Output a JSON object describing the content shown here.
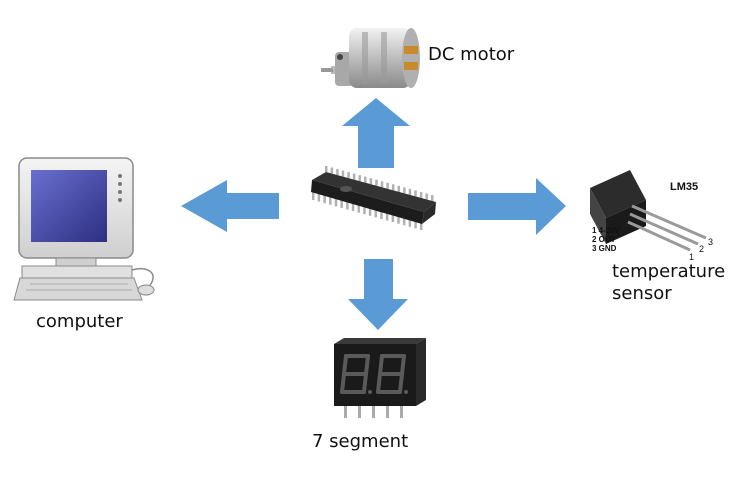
{
  "labels": {
    "dc_motor": "DC motor",
    "temperature_sensor_line1": "temperature",
    "temperature_sensor_line2": "sensor",
    "computer": "computer",
    "seven_segment": "7 segment"
  },
  "sensor": {
    "part": "LM35",
    "pin1": "1 4-20V",
    "pin2": "2 OUT",
    "pin3": "3 GND",
    "num1": "1",
    "num2": "2",
    "num3": "3"
  },
  "colors": {
    "arrow": "#5b9bd5",
    "chip": "#1c1c1c",
    "monitor_shell": "#e3e3e3",
    "screen": "#4b4fa8",
    "display": "#1a1a1a",
    "segment_off": "#5a5a5a",
    "motor_body": "#c9c9c9"
  },
  "icons": [
    "dc-motor-icon",
    "microcontroller-chip-icon",
    "computer-icon",
    "seven-segment-display-icon",
    "lm35-sensor-icon"
  ]
}
